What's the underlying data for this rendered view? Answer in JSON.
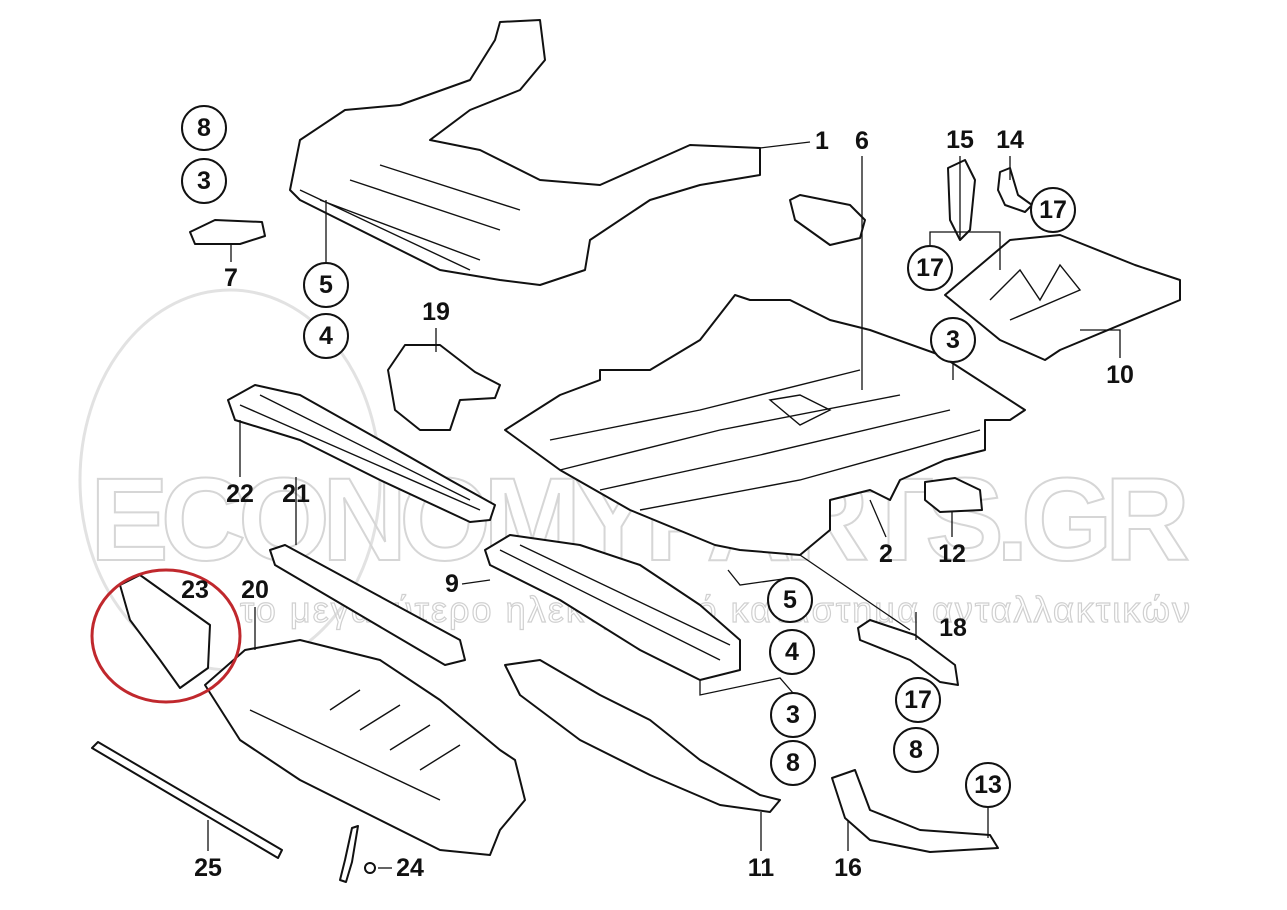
{
  "watermark": {
    "brand": "ECONOMYPARTS.GR",
    "tagline": "το μεγαλύτερο ηλεκτρονικό κατάστημα ανταλλακτικών"
  },
  "highlight_color": "#c0282d",
  "highlighted_part": "23",
  "labels": [
    "1",
    "6",
    "15",
    "14",
    "17",
    "17",
    "10",
    "3",
    "8",
    "3",
    "7",
    "5",
    "4",
    "19",
    "22",
    "21",
    "23",
    "20",
    "9",
    "2",
    "12",
    "5",
    "4",
    "3",
    "8",
    "18",
    "17",
    "8",
    "13",
    "16",
    "11",
    "25",
    "24"
  ]
}
